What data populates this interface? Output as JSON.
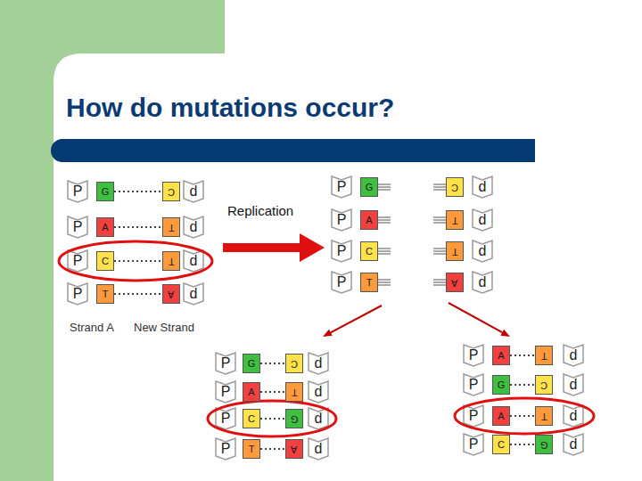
{
  "diagram": {
    "title": "How do mutations occur?",
    "nodes": [
      {
        "text": [
          "G"
        ]
      },
      {
        "text": [
          "C"
        ]
      },
      {
        "text": [
          "A"
        ]
      },
      {
        "text": [
          "T"
        ]
      },
      {
        "text": [
          "C"
        ]
      },
      {
        "text": [
          "T"
        ]
      },
      {
        "text": [
          "T"
        ]
      },
      {
        "text": [
          "A"
        ]
      },
      {
        "text": [
          "G"
        ]
      },
      {
        "text": [
          "C"
        ]
      },
      {
        "text": [
          "A"
        ]
      },
      {
        "text": [
          "T"
        ]
      },
      {
        "text": [
          "C"
        ]
      },
      {
        "text": [
          "T"
        ]
      },
      {
        "text": [
          "T"
        ]
      },
      {
        "text": [
          "A"
        ]
      },
      {
        "text": [
          "G"
        ]
      },
      {
        "text": [
          "C"
        ]
      },
      {
        "text": [
          "A"
        ]
      },
      {
        "text": [
          "T"
        ]
      },
      {
        "text": [
          "C"
        ]
      },
      {
        "text": [
          "G"
        ]
      },
      {
        "text": [
          "T"
        ]
      },
      {
        "text": [
          "A"
        ]
      },
      {
        "text": [
          "A"
        ]
      },
      {
        "text": [
          "T"
        ]
      },
      {
        "text": [
          "G"
        ]
      },
      {
        "text": [
          "C"
        ]
      },
      {
        "text": [
          "A"
        ]
      },
      {
        "text": [
          "T"
        ]
      },
      {
        "text": [
          "C"
        ]
      },
      {
        "text": [
          "G"
        ]
      }
    ],
    "edges": [
      {
        "from": 0,
        "to": 1,
        "arrow": "none"
      },
      {
        "from": 2,
        "to": 3,
        "arrow": "none"
      },
      {
        "from": 4,
        "to": 5,
        "arrow": "none"
      },
      {
        "from": 6,
        "to": 7,
        "arrow": "none"
      },
      {
        "from": 16,
        "to": 17,
        "arrow": "none"
      },
      {
        "from": 18,
        "to": 19,
        "arrow": "none"
      },
      {
        "from": 20,
        "to": 21,
        "arrow": "none"
      },
      {
        "from": 22,
        "to": 23,
        "arrow": "none"
      },
      {
        "from": 24,
        "to": 25,
        "arrow": "none"
      },
      {
        "from": 26,
        "to": 27,
        "arrow": "none"
      },
      {
        "from": 28,
        "to": 29,
        "arrow": "none"
      },
      {
        "from": 30,
        "to": 31,
        "arrow": "none"
      }
    ],
    "labels": [
      "P",
      "d",
      "P",
      "d",
      "P",
      "d",
      "P",
      "d",
      "Strand A",
      "New Strand",
      "Replication",
      "P",
      "d",
      "P",
      "d",
      "P",
      "d",
      "P",
      "d",
      "P",
      "d",
      "P",
      "d",
      "P",
      "d",
      "P",
      "d",
      "P",
      "d",
      "P",
      "d",
      "P",
      "d",
      "P",
      "d"
    ]
  }
}
